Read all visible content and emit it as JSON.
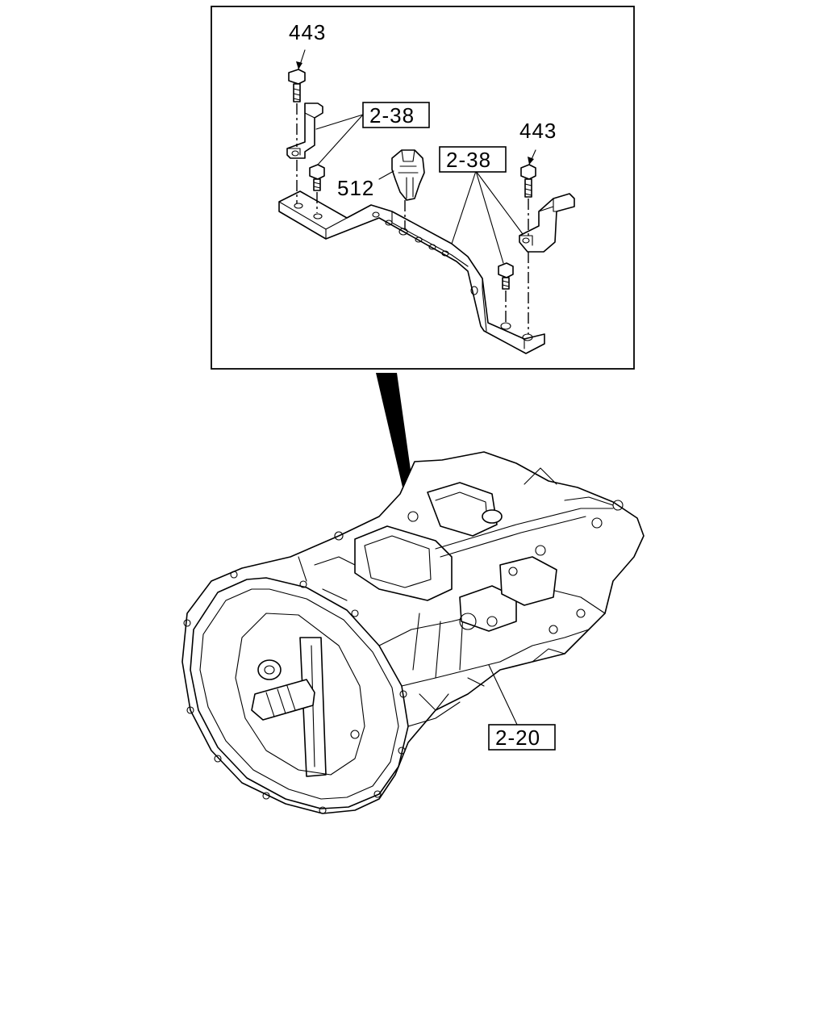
{
  "callouts": {
    "bolt_left": "443",
    "bolt_right": "443",
    "clip": "512",
    "ref_bracket_left": "2-38",
    "ref_bracket_right": "2-38",
    "ref_transmission": "2-20"
  }
}
